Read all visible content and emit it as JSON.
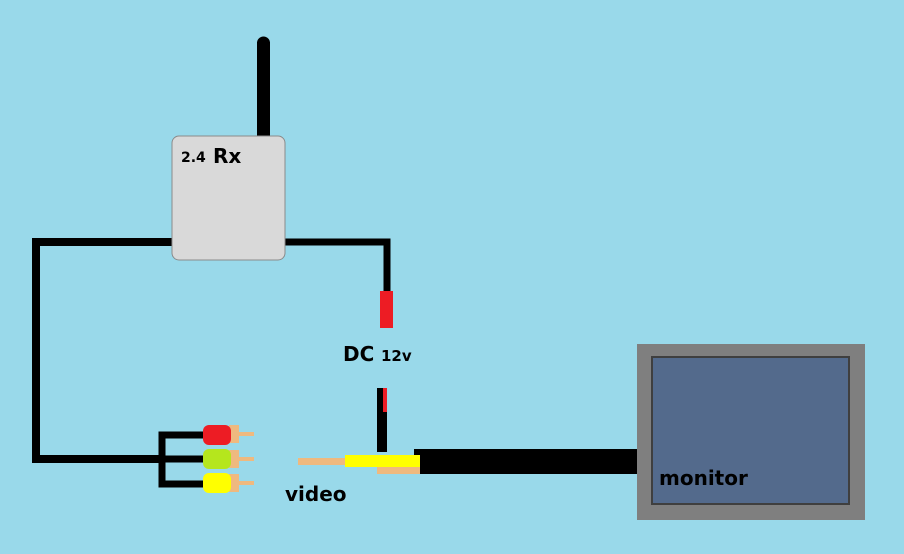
{
  "receiver": {
    "band": "2.4",
    "name": "Rx"
  },
  "power": {
    "label": "DC",
    "voltage": "12v"
  },
  "video": {
    "label": "video"
  },
  "monitor": {
    "label": "monitor"
  },
  "colors": {
    "background": "#99d9ea",
    "cable": "#000000",
    "receiver_body": "#d9d9d9",
    "dc_plug": "#ed1c24",
    "rca_red": "#ed1c24",
    "rca_green": "#b5e61d",
    "rca_yellow": "#ffff00",
    "pin": "#efb97f",
    "monitor_frame": "#7f7f7f",
    "monitor_screen": "#536a8c"
  }
}
